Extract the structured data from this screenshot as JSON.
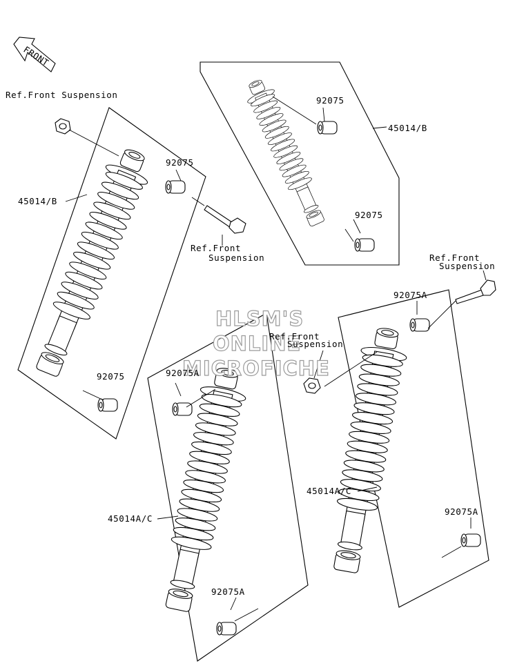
{
  "front_arrow": "FRONT",
  "watermark": [
    "HLSM'S",
    "ONLINE",
    "MICROFICHE"
  ],
  "labels": {
    "ref_front_suspension_top": "Ref.Front Suspension",
    "ref_front_line1": "Ref.Front",
    "ref_front_line2": "Suspension",
    "part_45014B": "45014/B",
    "part_45014AC": "45014A/C",
    "part_92075": "92075",
    "part_92075A": "92075A"
  }
}
